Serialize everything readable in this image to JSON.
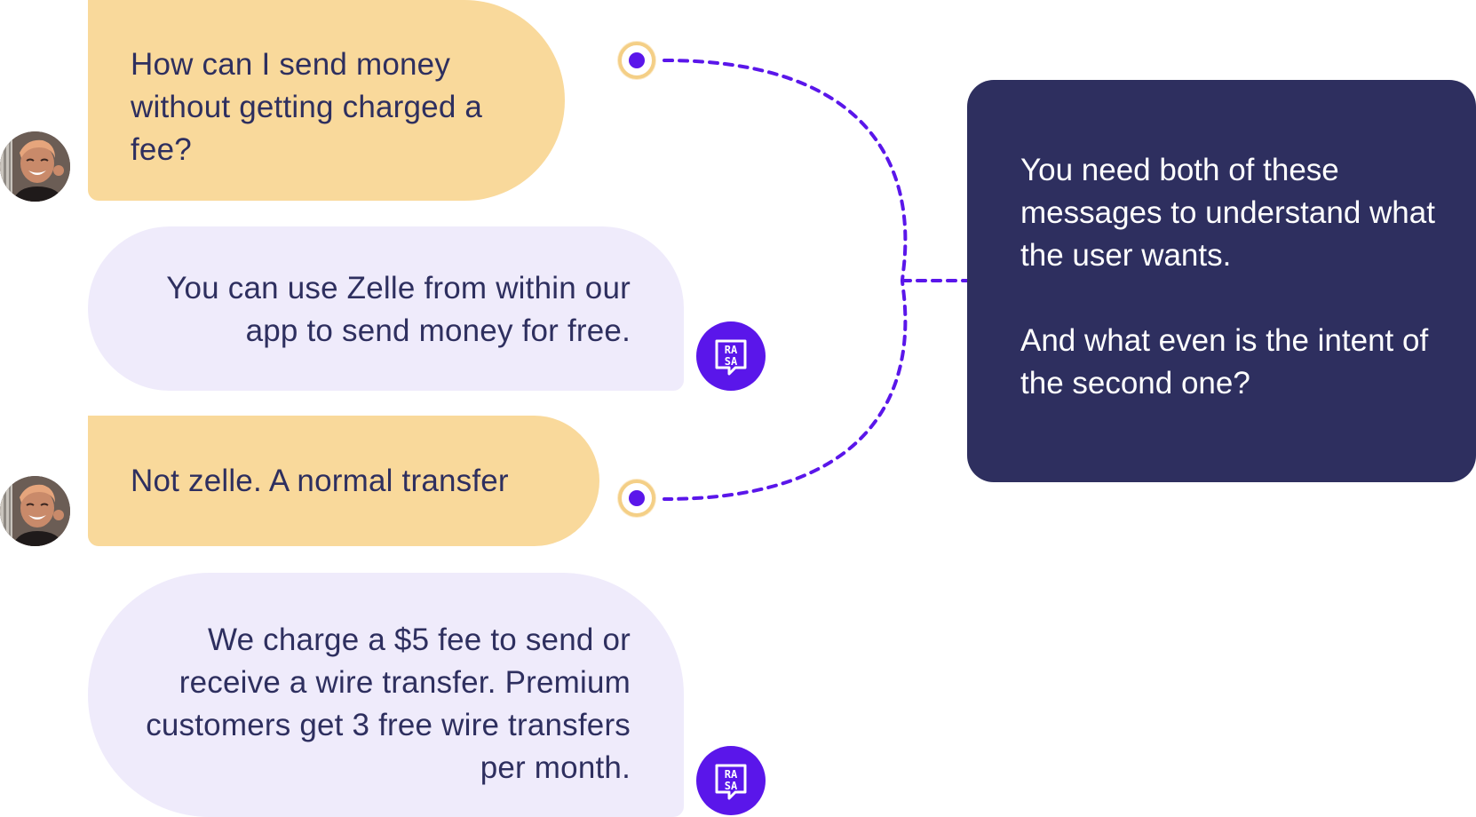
{
  "conversation": {
    "messages": [
      {
        "role": "user",
        "text": "How can I send money without getting charged a fee?"
      },
      {
        "role": "bot",
        "text": "You can use Zelle from within our app to send money for free."
      },
      {
        "role": "user",
        "text": "Not zelle. A normal transfer"
      },
      {
        "role": "bot",
        "text": "We charge a $5 fee to send or receive a wire transfer. Premium customers get 3 free wire transfers per month."
      }
    ]
  },
  "callout": {
    "line1": "You need both of these messages to understand what the user wants.",
    "line2": "And what even is the intent of the second one?"
  },
  "icons": {
    "user_avatar": "user-avatar-photo",
    "bot_avatar": "rasa-logo-icon",
    "connector": "dashed-bracket-connector"
  },
  "colors": {
    "user_bubble": "#f9d99b",
    "bot_bubble": "#efebfb",
    "text": "#2e2f5f",
    "callout_bg": "#2e2f5f",
    "accent": "#5a16ea"
  }
}
